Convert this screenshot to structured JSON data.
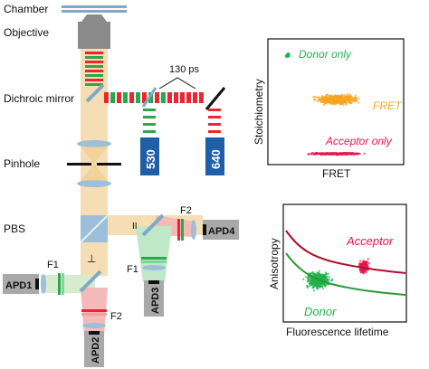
{
  "optics": {
    "chamber_label": "Chamber",
    "objective_label": "Objective",
    "dichroic_label": "Dichroic mirror",
    "delay_label": "130 ps",
    "pinhole_label": "Pinhole",
    "pbs_label": "PBS",
    "filter_530": "530",
    "filter_640": "640",
    "apd1": "APD1",
    "apd2": "APD2",
    "apd3": "APD3",
    "apd4": "APD4",
    "f1_left": "F1",
    "f1_right": "F1",
    "f2_top": "F2",
    "f2_bottom": "F2",
    "parallel_symbol": "II",
    "perp_symbol": "⊥"
  },
  "colors": {
    "beam": "#f5deb3",
    "red": "#e8282e",
    "green": "#2aa84a",
    "filter_blue": "#1f5fa8",
    "apd_gray": "#a9a9a9",
    "optic_blue": "#7fa8c9",
    "donor_green": "#22b14c",
    "fret_orange": "#f5a623",
    "acceptor_red": "#e8174e",
    "curve_red": "#b0102a",
    "curve_green": "#2a9a3a"
  },
  "chart_data": [
    {
      "type": "scatter",
      "xlabel": "FRET",
      "ylabel": "Stoichiometry",
      "series": [
        {
          "name": "Donor only",
          "region": "top-left"
        },
        {
          "name": "FRET",
          "region": "middle"
        },
        {
          "name": "Acceptor only",
          "region": "bottom"
        }
      ],
      "grid": false
    },
    {
      "type": "scatter",
      "xlabel": "Fluorescence lifetime",
      "ylabel": "Anisotropy",
      "series": [
        {
          "name": "Acceptor",
          "region": "upper-right"
        },
        {
          "name": "Donor",
          "region": "lower-left"
        }
      ],
      "grid": false
    }
  ]
}
